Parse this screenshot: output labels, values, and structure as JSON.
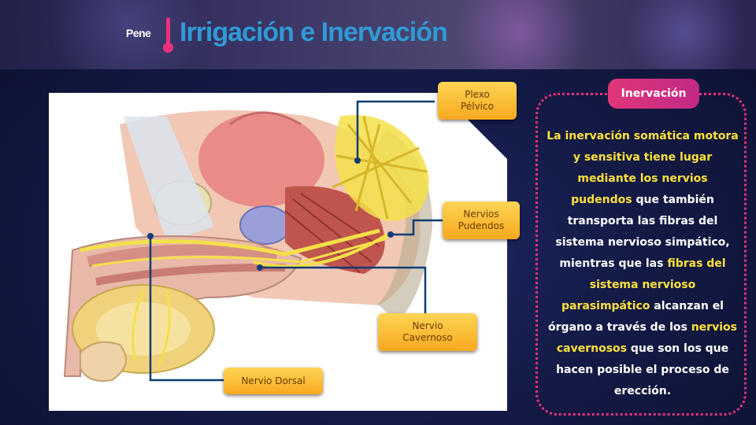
{
  "header": {
    "section": "Pene",
    "title": "Irrigación e Inervación"
  },
  "callouts": {
    "plexo": "Plexo Pélvico",
    "pudendos": "Nervios Pudendos",
    "cavernoso": "Nervio Cavernoso",
    "dorsal": "Nervio Dorsal"
  },
  "panel": {
    "tag": "Inervación",
    "segments": [
      {
        "text": "La inervación somática motora y sensitiva tiene lugar mediante los nervios pudendos",
        "hl": true
      },
      {
        "text": " que también transporta las fibras del sistema nervioso simpático, mientras que las ",
        "hl": false
      },
      {
        "text": "fibras del sistema nervioso parasimpático",
        "hl": true
      },
      {
        "text": " alcanzan el órgano a través de los ",
        "hl": false
      },
      {
        "text": "nervios cavernosos",
        "hl": true
      },
      {
        "text": " que son los que hacen posible el proceso de erección.",
        "hl": false
      }
    ]
  },
  "colors": {
    "accent_pink": "#e8317a",
    "title_blue": "#2f9ad6",
    "highlight_yellow": "#ffe23a",
    "nerve_yellow": "#f4e04a",
    "callout_line": "#0e3d75"
  },
  "icons": [
    "accent-marker"
  ]
}
